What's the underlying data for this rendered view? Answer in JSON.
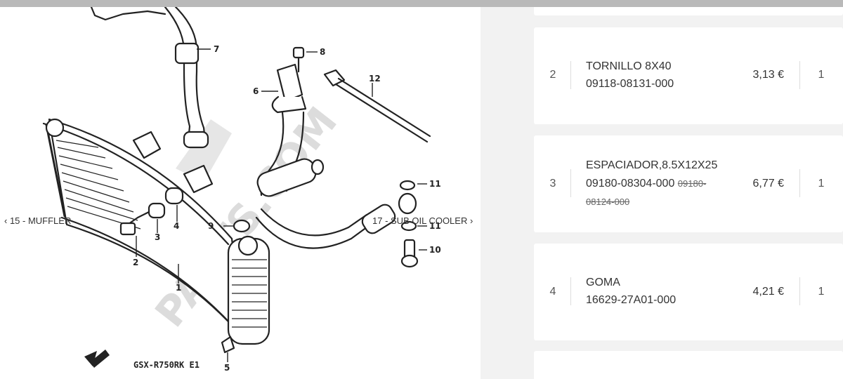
{
  "diagram": {
    "model_label": "GSX-R750RK E1",
    "watermark": "PARTS.COM",
    "callouts": [
      "1",
      "2",
      "3",
      "4",
      "5",
      "6",
      "7",
      "8",
      "9",
      "10",
      "11",
      "11",
      "12"
    ]
  },
  "nav": {
    "prev_label": "‹ 15 - MUFFLER",
    "next_label": "17 - SUB OIL COOLER ›"
  },
  "parts": [
    {
      "num": "2",
      "name": "TORNILLO 8X40",
      "code": "09118-08131-000",
      "old_code_1": "",
      "old_code_2": "",
      "price": "3,13 €",
      "qty": "1"
    },
    {
      "num": "3",
      "name": "ESPACIADOR,8.5X12X25",
      "code": "09180-08304-000",
      "old_code_1": "09180-",
      "old_code_2": "08124-000",
      "price": "6,77 €",
      "qty": "1"
    },
    {
      "num": "4",
      "name": "GOMA",
      "code": "16629-27A01-000",
      "old_code_1": "",
      "old_code_2": "",
      "price": "4,21 €",
      "qty": "1"
    }
  ],
  "colors": {
    "top_bar": "#b9b9b9",
    "panel_bg": "#f2f2f2",
    "card_bg": "#ffffff",
    "line_art": "#222222",
    "watermark": "#dcdcdc"
  }
}
